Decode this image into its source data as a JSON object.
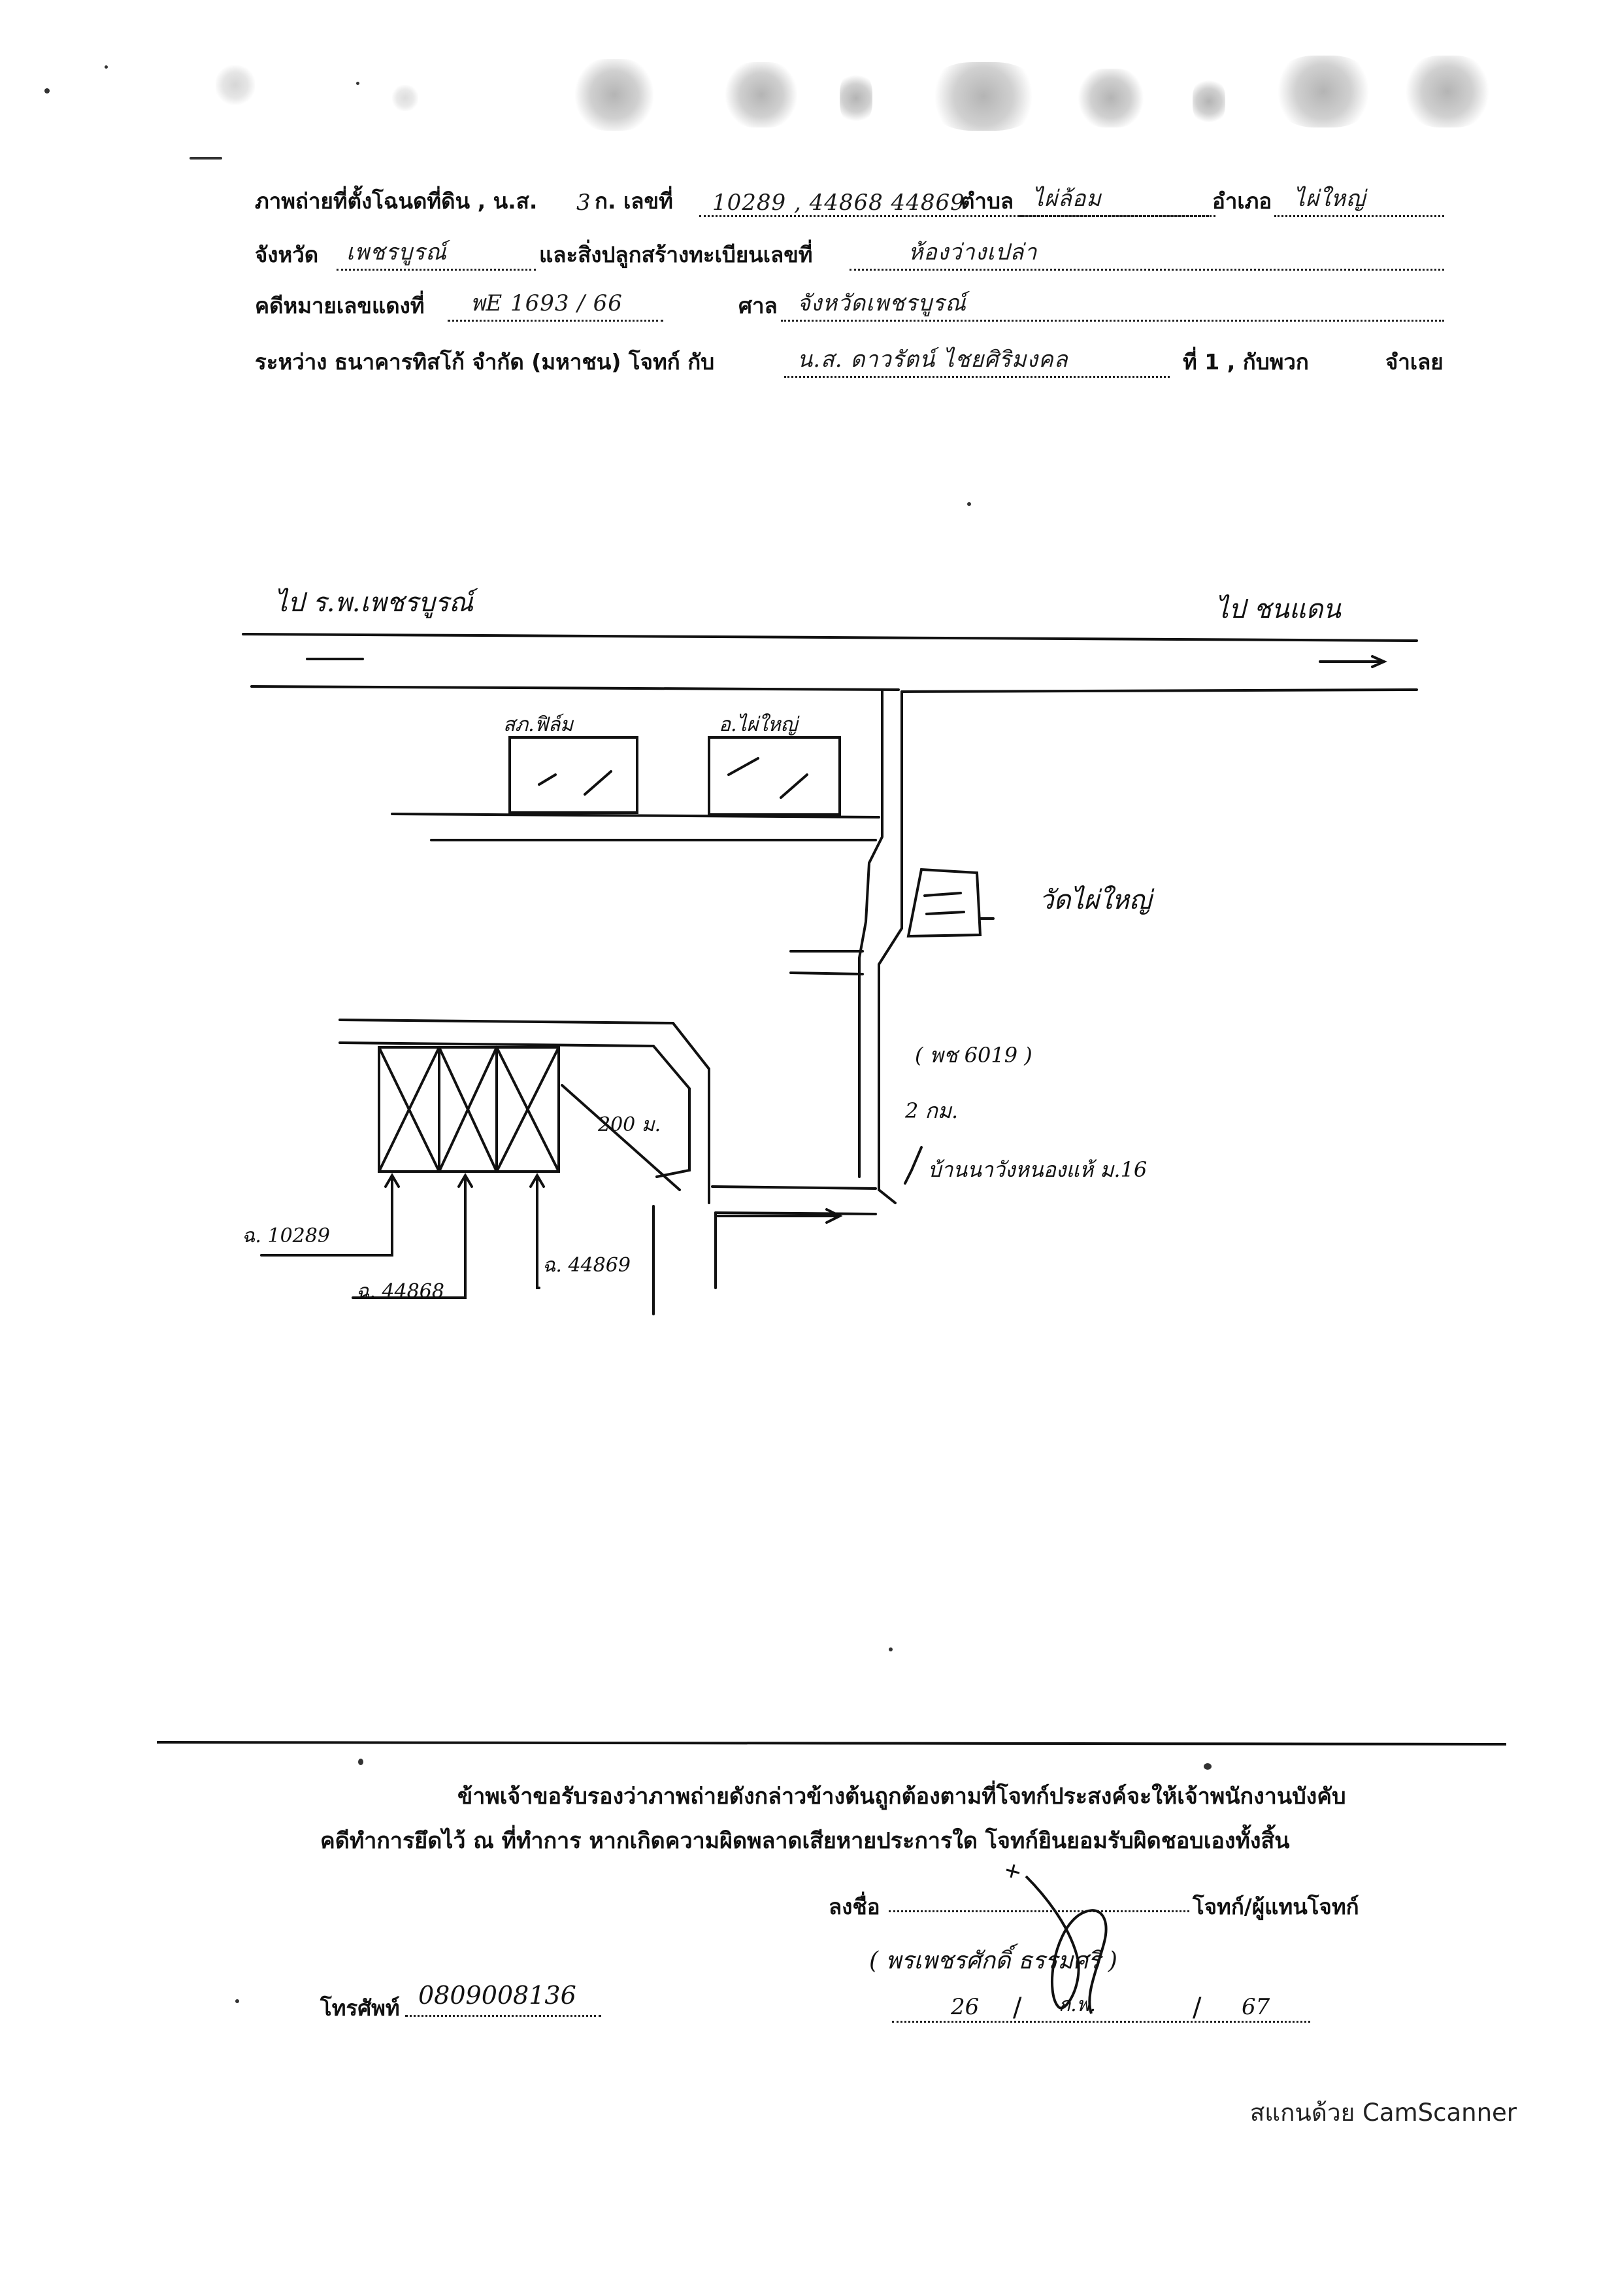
{
  "header": {
    "line1": {
      "prefix": "ภาพถ่ายที่ตั้งโฉนดที่ดิน , น.ส.",
      "ns_no": "3",
      "ns_suffix": "ก. เลขที่",
      "deed_numbers": "10289 , 44868 44869",
      "subdistrict_label": "ตำบล",
      "subdistrict_value": "ไผ่ล้อม",
      "district_label": "อำเภอ",
      "district_value": "ไผ่ใหญ่"
    },
    "line2": {
      "province_label": "จังหวัด",
      "province_value": "เพชรบูรณ์",
      "building_label": "และสิ่งปลูกสร้างทะเบียนเลขที่",
      "building_value": "ห้องว่างเปล่า"
    },
    "line3": {
      "case_label": "คดีหมายเลขแดงที่",
      "case_value": "พE 1693 / 66",
      "court_label": "ศาล",
      "court_value": "จังหวัดเพชรบูรณ์"
    },
    "line4": {
      "between_label": "ระหว่าง ธนาคารทิสโก้ จำกัด (มหาชน) โจทก์ กับ",
      "defendant_value": "น.ส. ดาวรัตน์ ไชยศิริมงคล",
      "tail": "ที่ 1 , กับพวก",
      "tail2": "จำเลย"
    }
  },
  "map": {
    "to_left": "ไป ร.พ.เพชรบูรณ์",
    "to_right": "ไป ชนแดน",
    "building_left": "สภ.ฟิล์ม",
    "building_right": "อ.ไผ่ใหญ่",
    "temple": "วัดไผ่ใหญ่",
    "road_code": "( พช 6019 )",
    "distance_km": "2 กม.",
    "village": "บ้านนาวังหนองแห้ ม.16",
    "distance_m": "200 ม.",
    "deed_1": "ฉ. 10289",
    "deed_2": "ฉ. 44868",
    "deed_3": "ฉ. 44869"
  },
  "certification": {
    "line1": "ข้าพเจ้าขอรับรองว่าภาพถ่ายดังกล่าวข้างต้นถูกต้องตามที่โจทก์ประสงค์จะให้เจ้าพนักงานบังคับ",
    "line2": "คดีทำการยึดไว้ ณ ที่ทำการ หากเกิดความผิดพลาดเสียหายประการใด โจทก์ยินยอมรับผิดชอบเองทั้งสิ้น"
  },
  "signature": {
    "sign_label": "ลงชื่อ",
    "role": "โจทก์/ผู้แทนโจทก์",
    "printed_name": "( พรเพชรศักดิ์ ธรรมศรี )",
    "date_day": "26",
    "date_month": "ก.พ.",
    "date_year": "67"
  },
  "phone": {
    "label": "โทรศัพท์",
    "value": "0809008136"
  },
  "footer": {
    "scanner": "สแกนด้วย CamScanner"
  }
}
